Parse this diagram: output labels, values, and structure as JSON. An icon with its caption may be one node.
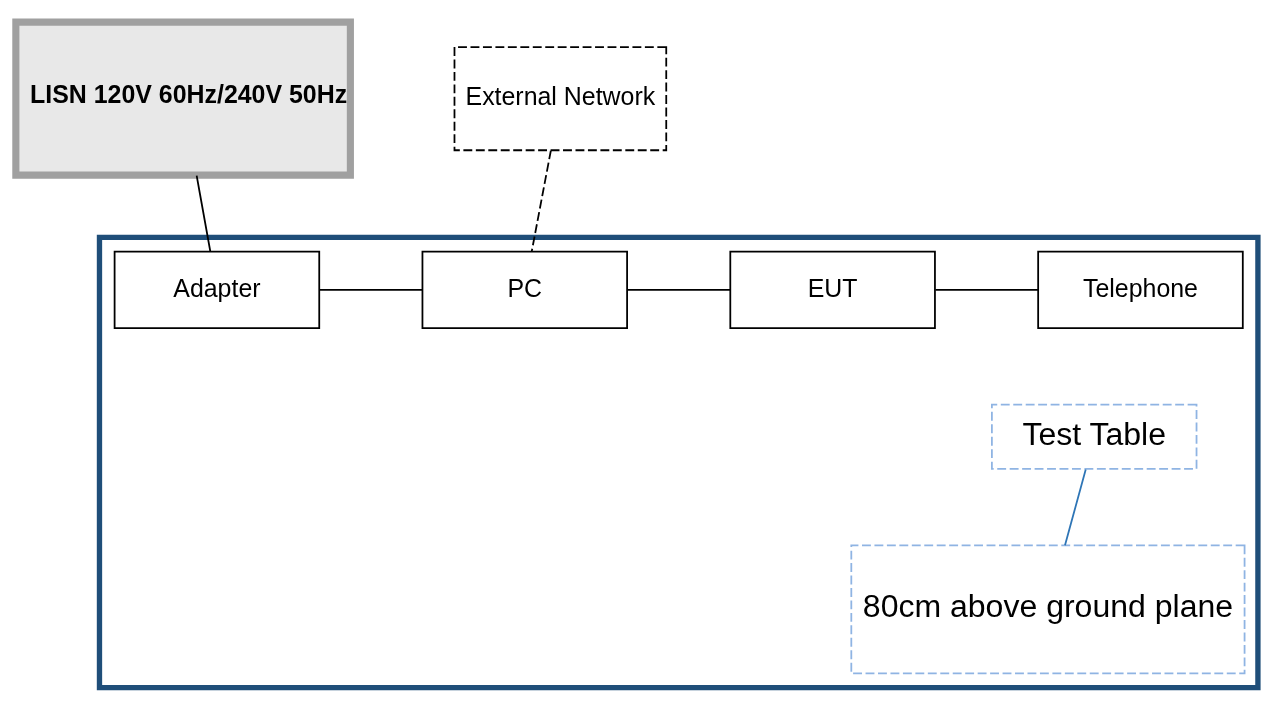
{
  "diagram": {
    "nodes": [
      {
        "text": [
          "LISN 120V 60Hz/240V 50Hz"
        ]
      },
      {
        "text": [
          "External Network"
        ]
      },
      {
        "text": [],
        "shape": "box"
      },
      {
        "text": [
          "Adapter"
        ],
        "in": 2
      },
      {
        "text": [
          "PC"
        ],
        "in": 2
      },
      {
        "text": [
          "EUT"
        ],
        "in": 2
      },
      {
        "text": [
          "Telephone"
        ],
        "in": 2
      },
      {
        "text": [
          "Test Table"
        ],
        "in": 2
      },
      {
        "text": [
          "80cm above ground plane"
        ],
        "in": 2
      }
    ],
    "edges": [
      {
        "from": 0,
        "to": 3,
        "arrow": "none"
      },
      {
        "from": 1,
        "to": 4,
        "arrow": "none",
        "style": "dashed"
      },
      {
        "from": 3,
        "to": 4,
        "arrow": "none"
      },
      {
        "from": 4,
        "to": 5,
        "arrow": "none"
      },
      {
        "from": 5,
        "to": 6,
        "arrow": "none"
      },
      {
        "from": 7,
        "to": 8,
        "arrow": "none",
        "color": "#2e75b6"
      }
    ]
  }
}
